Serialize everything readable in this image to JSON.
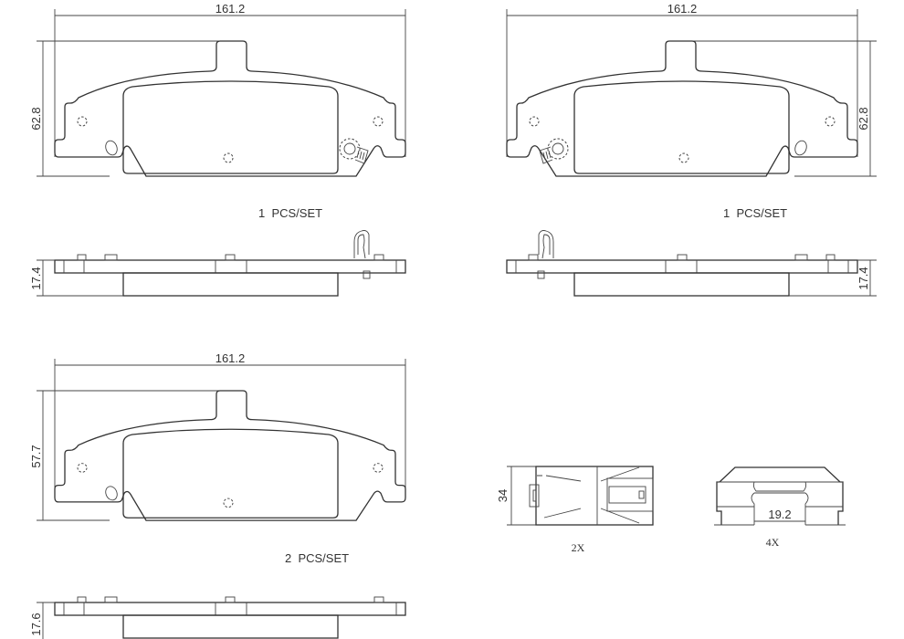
{
  "drawing": {
    "pad_front_left": {
      "width_dim": "161.2",
      "height_dim": "62.8",
      "thickness_dim": "17.4",
      "qty_label": "1  PCS/SET"
    },
    "pad_front_right": {
      "width_dim": "161.2",
      "height_dim": "62.8",
      "thickness_dim": "17.4",
      "qty_label": "1  PCS/SET"
    },
    "pad_inner": {
      "width_dim": "161.2",
      "height_dim": "57.7",
      "thickness_dim": "17.6",
      "qty_label": "2  PCS/SET"
    },
    "clip_a": {
      "height_dim": "34",
      "qty_label": "2X"
    },
    "clip_b": {
      "width_dim": "19.2",
      "qty_label": "4X"
    }
  }
}
